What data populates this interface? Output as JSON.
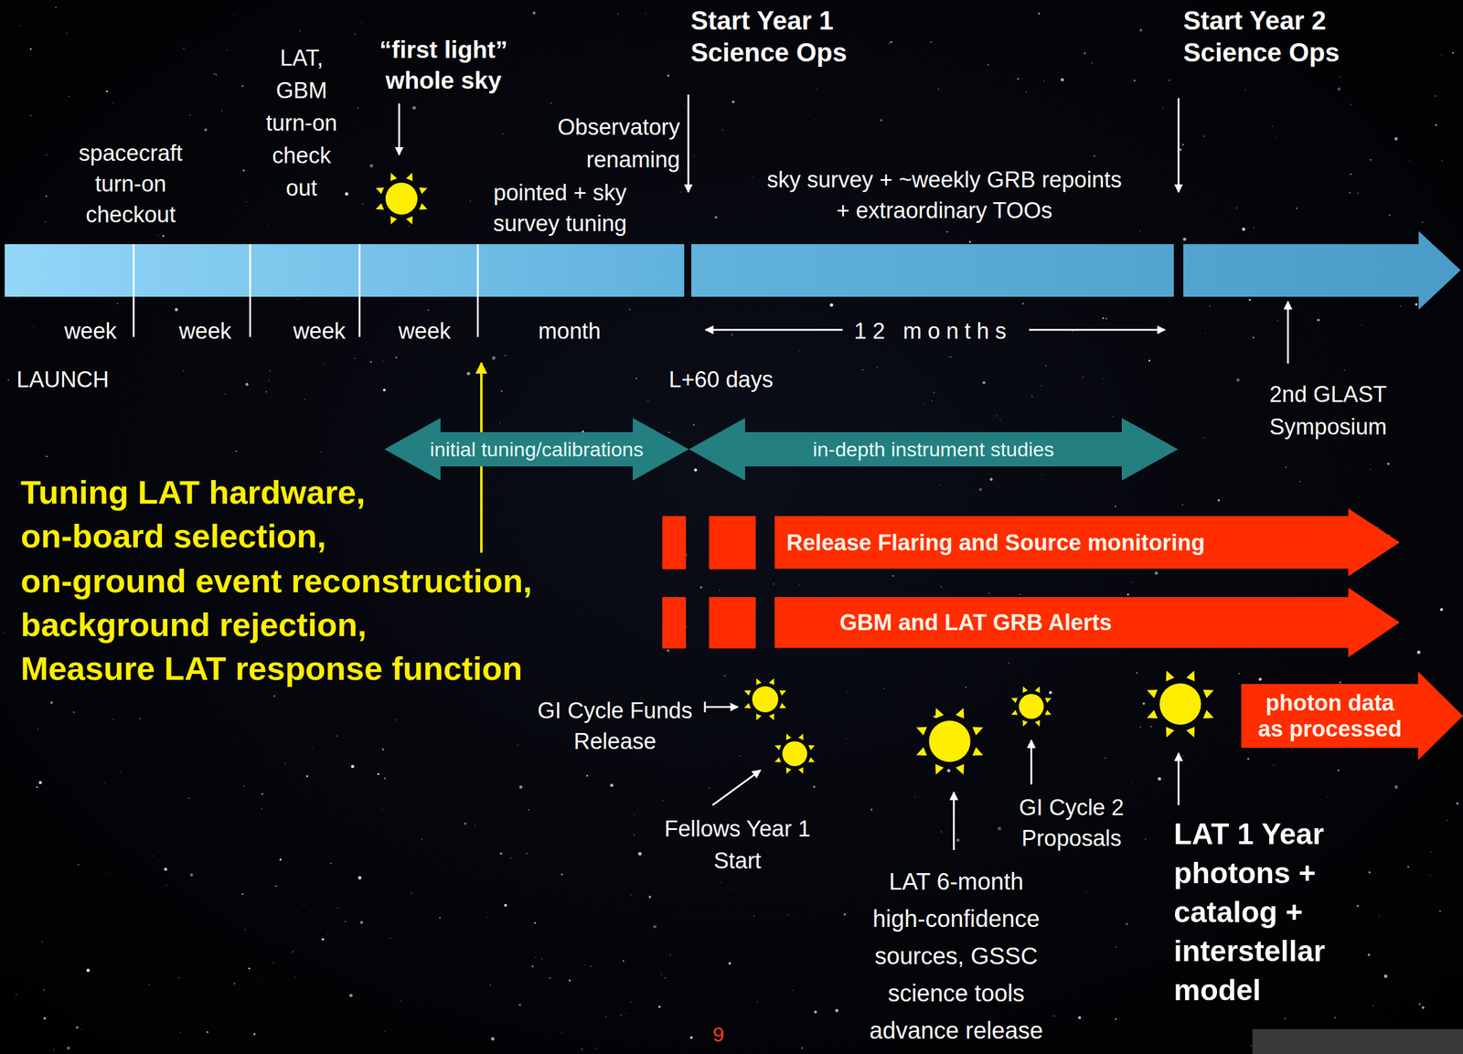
{
  "diagram": {
    "nodes": [
      {
        "text": [
          "initial tuning/calibrations"
        ]
      },
      {
        "text": [
          "in-depth instrument studies"
        ]
      },
      {
        "text": [
          "Release Flaring and Source monitoring"
        ]
      },
      {
        "text": [
          "GBM and LAT GRB Alerts"
        ]
      },
      {
        "text": [
          "photon data as processed"
        ]
      }
    ],
    "labels": [
      "“first light” whole sky",
      "Start Year 1 Science Ops",
      "Start Year 2 Science Ops",
      "LAT, GBM turn-on check out",
      "Observatory renaming",
      "spacecraft turn-on checkout",
      "pointed + sky survey tuning",
      "sky survey + ~weekly GRB repoints + extraordinary TOOs",
      "week",
      "week",
      "week",
      "week",
      "month",
      "12 months",
      "LAUNCH",
      "L+60 days",
      "2nd GLAST Symposium",
      "Tuning LAT hardware,",
      "on-board selection,",
      "on-ground event reconstruction,",
      "background rejection,",
      "Measure LAT response function",
      "GI Cycle Funds Release",
      "Fellows Year 1 Start",
      "GI Cycle 2 Proposals",
      "LAT 6-month high-confidence sources, GSSC science tools advance release",
      "LAT 1 Year photons + catalog + interstellar model",
      "9"
    ]
  }
}
